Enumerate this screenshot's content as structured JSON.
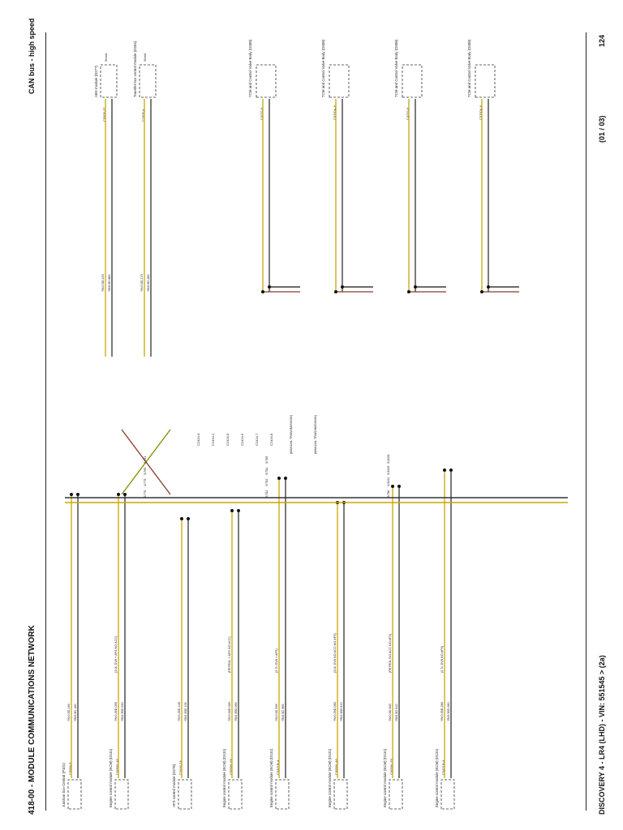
{
  "header": {
    "title": "418-00 - MODULE COMMUNICATIONS NETWORK",
    "section_tab": "CAN bus - high speed",
    "page_number": "124"
  },
  "footer": {
    "model": "DISCOVERY 4 - LR4 (LHD) - VIN: 551545 > (2a)",
    "sheet": "(01 / 03)"
  },
  "colors": {
    "wire_yn": "#c9a800",
    "wire_yb": "#333333",
    "wire_brown": "#8b3a2a",
    "wire_black": "#111111",
    "wire_purple": "#7d1a7d",
    "wire_olive": "#8a8a00"
  },
  "diagram": {
    "left_modules": [
      {
        "label": "Junction box-Central (P101)",
        "connector": "C0084-9",
        "wire_hi": "YN/0.5D.160",
        "wire_lo": "YB/0.5D.160"
      },
      {
        "label": "Engine control module (ECM) (D131)",
        "connector": "C0058L-40",
        "wire_hi": "YN/0.35D.055",
        "wire_lo": "YB/0.35D.045",
        "variant": "(3.0L DV6 + AFS NO ACC)"
      },
      {
        "label": "AFS control module (D278)",
        "connector": "C2933-74",
        "wire_hi": "YN/0.35D.105",
        "wire_lo": "YB/0.35D.105"
      },
      {
        "label": "Engine control module (ECM) (D131)",
        "connector": "C0058L-59",
        "wire_hi": "YN/0.35D.065",
        "wire_lo": "YB/0.35D.065",
        "variant": "(PETROL + AFS NO ACC)"
      },
      {
        "label": "Engine control module (ECM) (D131)",
        "connector": "C0471R-4",
        "wire_hi": "YN/0.5D.599",
        "wire_lo": "YB/0.5D.965",
        "variant": "(2.7L DV6 + AFS)"
      },
      {
        "label": "Engine control module (ECM) (D131)",
        "connector": "C0058L-40",
        "wire_hi": "YN/0.35D.060",
        "wire_lo": "YB/0.35D.610",
        "variant": "(3.0L DV6 NO ACC NO AFS)"
      },
      {
        "label": "Engine control module (ECM) (D131)",
        "connector": "C0058L-59",
        "wire_hi": "YN/0.5D.560",
        "wire_lo": "YB/0.5D.610",
        "variant": "(PETROL NO ACC NO AFS)"
      },
      {
        "label": "Engine control module (ECM) (D131)",
        "connector": "C0471R-4",
        "wire_hi": "YN/0.35D.280",
        "wire_lo": "YB/0.35D.280",
        "variant": "(2.7L DV6 NO AFS)"
      }
    ],
    "splices": [
      "S/778",
      "S/779",
      "S/780",
      "S/781",
      "S/782",
      "S/783",
      "S/784",
      "S/785",
      "S/786",
      "S/1024",
      "S/1026",
      "S/1028"
    ],
    "transmission_notes": [
      "(MANUAL TRANSMISSION)",
      "(MANUAL TRANSMISSION)"
    ],
    "upper_right_modules": [
      {
        "label": "ABS module (D277)",
        "connector": "C0509-37",
        "wire_hi": "YN/0.5D.220",
        "wire_lo": "YB/0.5D.860"
      },
      {
        "label": "Transfer box control module (D204)",
        "connector": "C1905-4",
        "wire_hi": "YN/0.5D.270",
        "wire_lo": "YB/0.5D.280"
      }
    ],
    "tcm_modules": [
      {
        "label": "TCM and Control Valve Body (D308)",
        "connector": "C4232-6"
      },
      {
        "label": "TCM and Control Valve Body (D308)",
        "connector": "C0750A-6"
      },
      {
        "label": "TCM and Control Valve Body (D308)",
        "connector": "C4232-6"
      },
      {
        "label": "TCM and Control Valve Body (D308)",
        "connector": "C0750A-6"
      }
    ],
    "shield_labels": [
      "Shield",
      "Shield"
    ],
    "connector_pins": [
      "C2424-4",
      "C2424-2",
      "C2424-5",
      "C2424-6",
      "C2424-7",
      "C2424-8"
    ]
  }
}
